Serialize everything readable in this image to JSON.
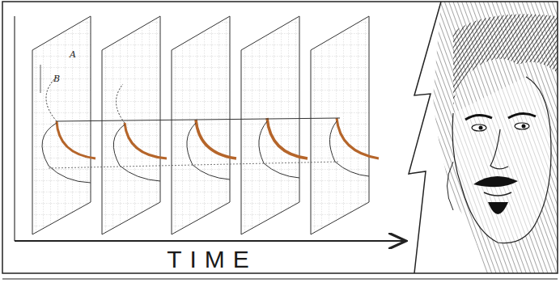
{
  "diagram": {
    "labels": [
      "A",
      "B",
      "TIME"
    ]
  }
}
